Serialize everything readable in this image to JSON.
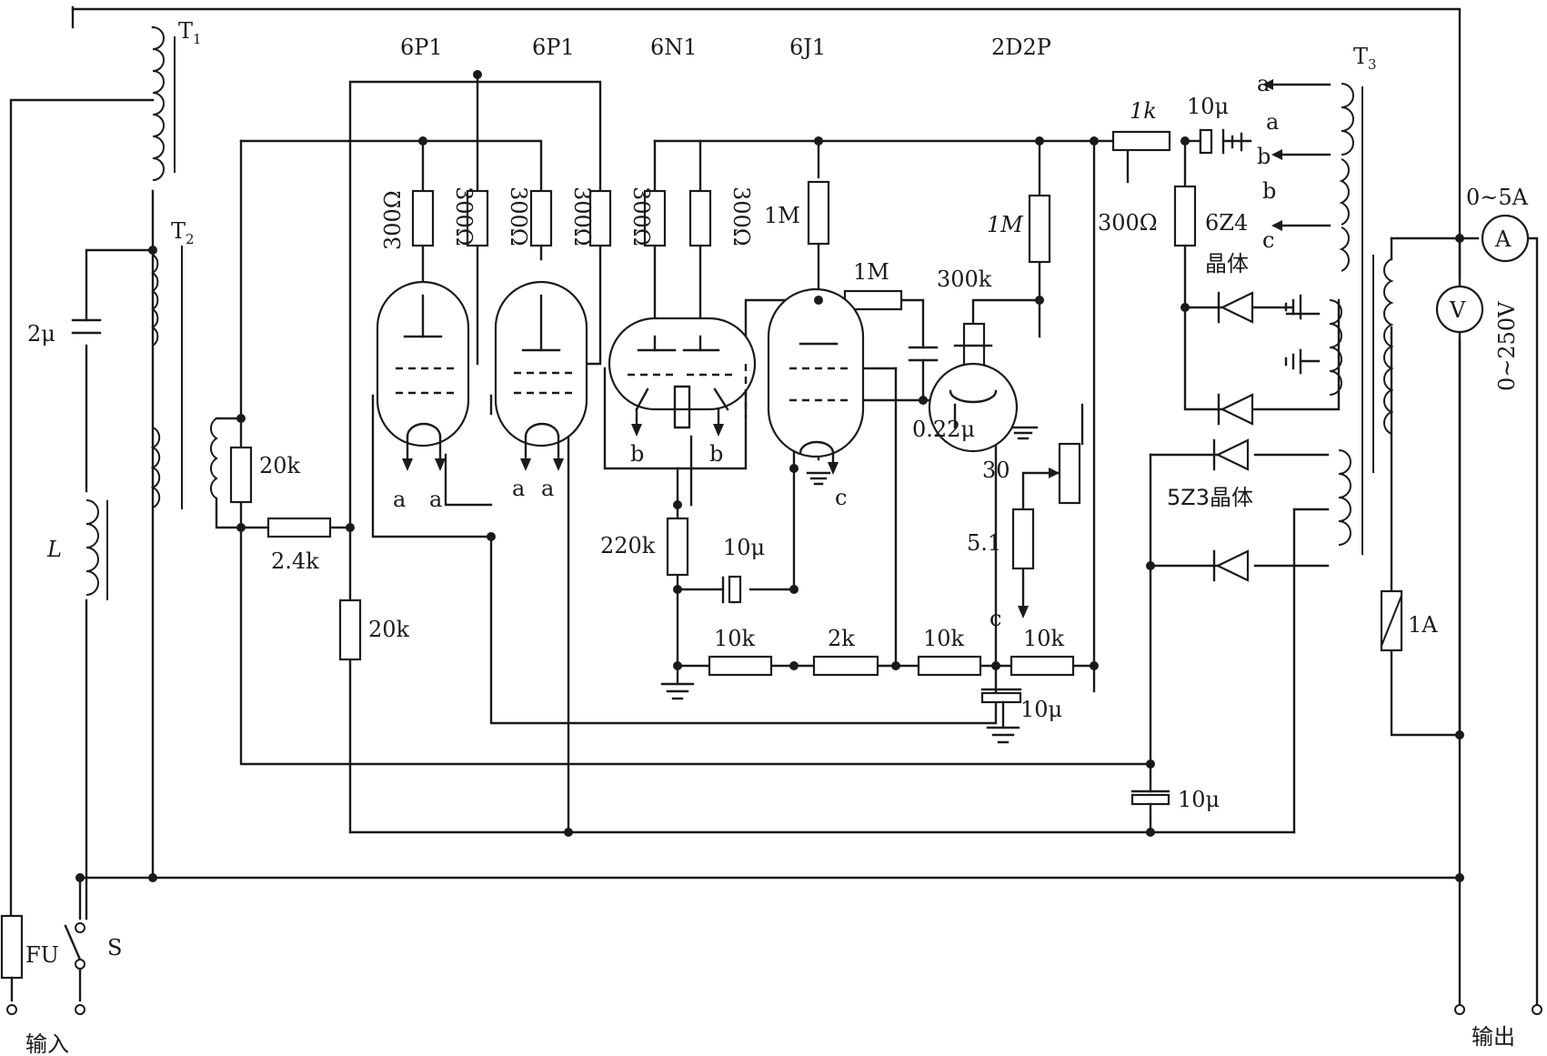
{
  "transformers": {
    "t1": "T",
    "t1_sub": "1",
    "t2": "T",
    "t2_sub": "2",
    "t3": "T",
    "t3_sub": "3",
    "inductor": "L"
  },
  "tubes": {
    "power1": "6P1",
    "power2": "6P1",
    "twin_triode": "6N1",
    "pentode": "6J1",
    "dual_diode": "2D2P"
  },
  "resistors": {
    "r300_1": "300Ω",
    "r300_2": "300Ω",
    "r300_3": "300Ω",
    "r300_4": "300Ω",
    "r300_5": "300Ω",
    "r300_6": "300Ω",
    "r1m_a": "1M",
    "r1m_b": "1M",
    "r1m_c": "1M",
    "r300k": "300k",
    "r1k": "1k",
    "r300_right": "300Ω",
    "r20k_a": "20k",
    "r2_4k": "2.4k",
    "r20k_b": "20k",
    "r220k": "220k",
    "r10k_a": "10k",
    "r2k": "2k",
    "r10k_b": "10k",
    "r10k_c": "10k",
    "pot30": "30",
    "r5_1": "5.1"
  },
  "capacitors": {
    "c2u": "2μ",
    "c022u": "0.22μ",
    "c10u_a": "10μ",
    "c10u_b": "10μ",
    "c10u_c": "10μ",
    "c10u_d": "10μ"
  },
  "rectifiers": {
    "r6z4": "6Z4",
    "r6z4_cn": "晶体",
    "r5z3": "5Z3晶体"
  },
  "taps": {
    "a": "a",
    "b": "b",
    "c": "c"
  },
  "meters": {
    "ammeter": "A",
    "ammeter_range": "0~5A",
    "voltmeter": "V",
    "voltmeter_range": "0~250V",
    "fuse_1a": "1A"
  },
  "controls": {
    "fuse": "FU",
    "switch": "S"
  },
  "io": {
    "input": "输入",
    "output": "输出"
  }
}
